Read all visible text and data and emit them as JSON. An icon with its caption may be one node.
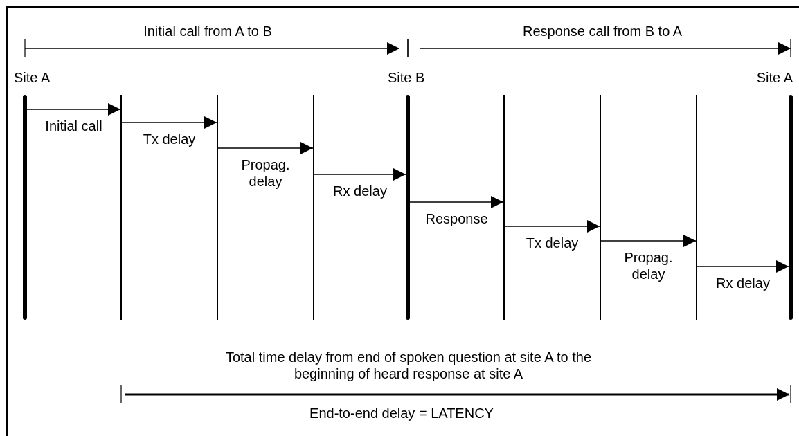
{
  "diagram": {
    "nodes": [
      {
        "text": [
          "Site A"
        ]
      },
      {
        "text": [],
        "shape": "bar"
      },
      {
        "text": [],
        "shape": "bar"
      },
      {
        "text": [],
        "shape": "bar"
      },
      {
        "text": [
          "Site B"
        ]
      },
      {
        "text": [],
        "shape": "bar"
      },
      {
        "text": [],
        "shape": "bar"
      },
      {
        "text": [],
        "shape": "bar"
      },
      {
        "text": [
          "Site A"
        ]
      }
    ],
    "edges": [
      {
        "from": 0,
        "to": 1,
        "arrow": "to",
        "label": "Initial call"
      },
      {
        "from": 1,
        "to": 2,
        "arrow": "to",
        "label": "Tx delay"
      },
      {
        "from": 2,
        "to": 3,
        "arrow": "to",
        "label": "Propag. delay"
      },
      {
        "from": 3,
        "to": 4,
        "arrow": "to",
        "label": "Rx delay"
      },
      {
        "from": 4,
        "to": 5,
        "arrow": "to",
        "label": "Response"
      },
      {
        "from": 5,
        "to": 6,
        "arrow": "to",
        "label": "Tx delay"
      },
      {
        "from": 6,
        "to": 7,
        "arrow": "to",
        "label": "Propag. delay"
      },
      {
        "from": 7,
        "to": 8,
        "arrow": "to",
        "label": "Rx delay"
      }
    ],
    "labels": [
      "Initial call from A to B",
      "Response call from B to A",
      "Total time delay from end of spoken question at site A to the beginning of heard response at site A",
      "End-to-end delay = LATENCY"
    ]
  }
}
